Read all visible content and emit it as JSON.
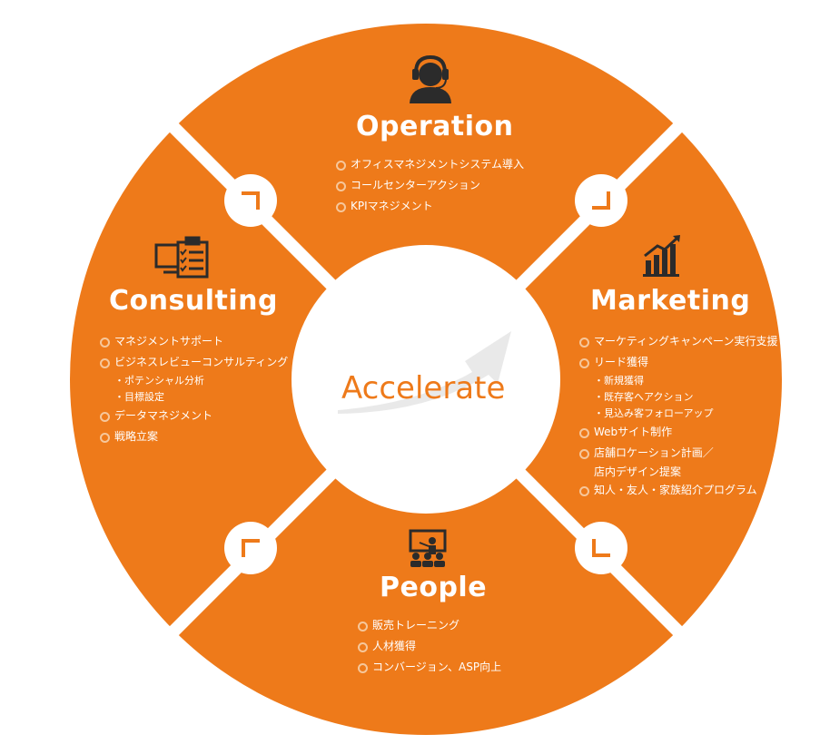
{
  "center": {
    "label": "Accelerate"
  },
  "colors": {
    "accent": "#ee7a1a",
    "bullet": "#f6c79b",
    "icon": "#2b2b2b"
  },
  "sections": {
    "operation": {
      "title": "Operation",
      "icon": "headset-operator-icon",
      "items": [
        "オフィスマネジメントシステム導入",
        "コールセンターアクション",
        "KPIマネジメント"
      ]
    },
    "consulting": {
      "title": "Consulting",
      "icon": "checklist-monitor-icon",
      "items": [
        "マネジメントサポート",
        "ビジネスレビューコンサルティング",
        "データマネジメント",
        "戦略立案"
      ],
      "subitems": [
        "・ポテンシャル分析",
        "・目標設定"
      ]
    },
    "marketing": {
      "title": "Marketing",
      "icon": "bar-chart-growth-icon",
      "items": [
        "マーケティングキャンペーン実行支援",
        "リード獲得",
        "Webサイト制作",
        "店舗ロケーション計画／",
        "店内デザイン提案",
        "知人・友人・家族紹介プログラム"
      ],
      "subitems": [
        "・新規獲得",
        "・既存客へアクション",
        "・見込み客フォローアップ"
      ]
    },
    "people": {
      "title": "People",
      "icon": "training-presentation-icon",
      "items": [
        "販売トレーニング",
        "人材獲得",
        "コンバージョン、ASP向上"
      ]
    }
  }
}
